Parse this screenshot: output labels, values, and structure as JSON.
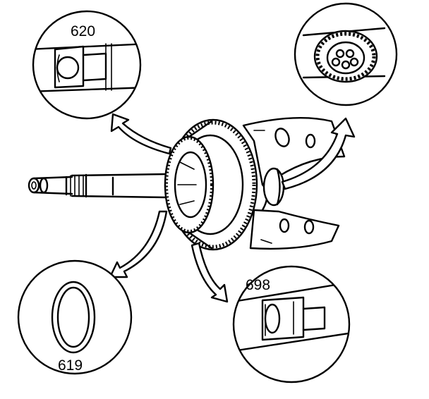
{
  "callouts": {
    "top_left": {
      "label": "620"
    },
    "bottom_left": {
      "label": "619"
    },
    "bottom_right": {
      "label": "698"
    }
  }
}
